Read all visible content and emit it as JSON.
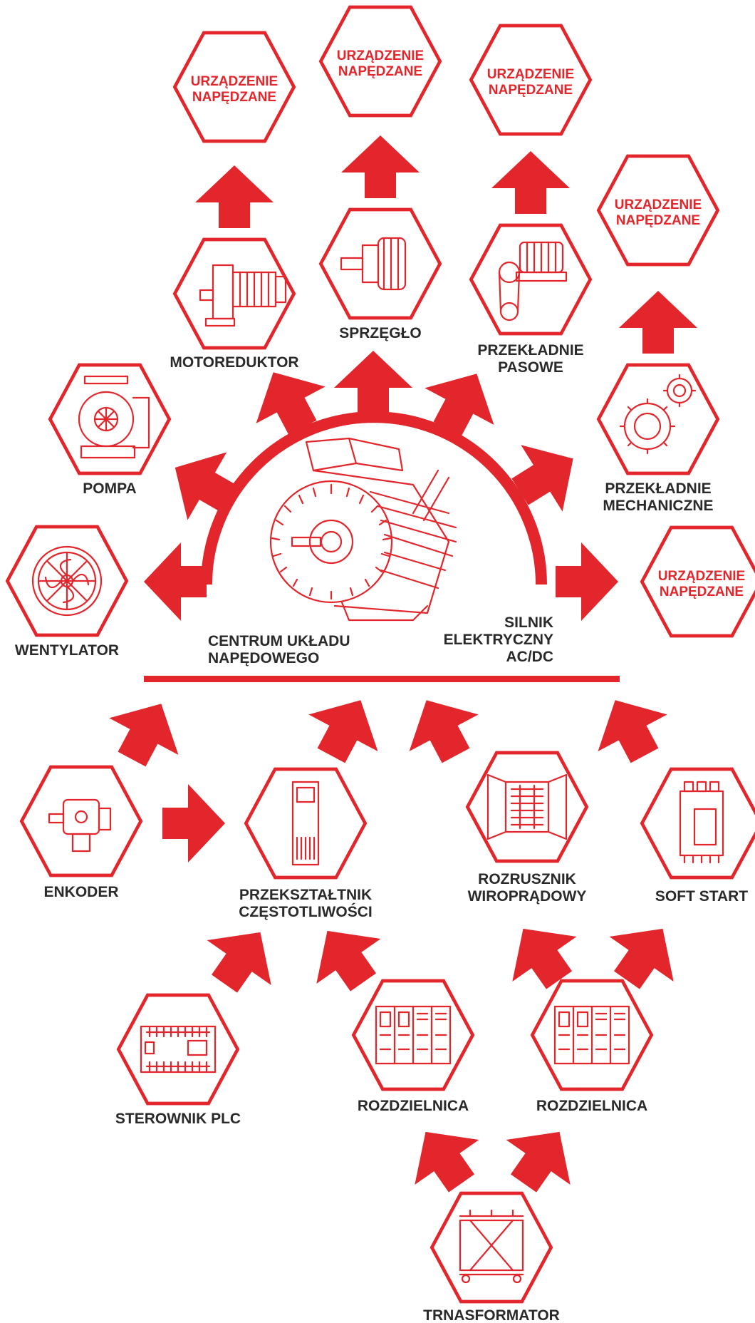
{
  "colors": {
    "accent": "#e3262b",
    "label": "#2a2a2a",
    "background": "#ffffff"
  },
  "center": {
    "label_left_1": "CENTRUM UKŁADU",
    "label_left_2": "NAPĘDOWEGO",
    "label_right_1": "SILNIK",
    "label_right_2": "ELEKTRYCZNY",
    "label_right_3": "AC/DC",
    "icon": "electric-motor-icon"
  },
  "driven": {
    "line1": "URZĄDZENIE",
    "line2": "NAPĘDZANE"
  },
  "outputs": {
    "wentylator": {
      "label": "WENTYLATOR",
      "icon": "fan-icon"
    },
    "pompa": {
      "label": "POMPA",
      "icon": "pump-icon"
    },
    "motoreduktor": {
      "label": "MOTOREDUKTOR",
      "icon": "gear-motor-icon"
    },
    "sprzeglo": {
      "label": "SPRZĘGŁO",
      "icon": "coupling-icon"
    },
    "przekladnie_pasowe": {
      "label_1": "PRZEKŁADNIE",
      "label_2": "PASOWE",
      "icon": "belt-drive-icon"
    },
    "przekladnie_mech": {
      "label_1": "PRZEKŁADNIE",
      "label_2": "MECHANICZNE",
      "icon": "gears-icon"
    }
  },
  "inputs": {
    "enkoder": {
      "label": "ENKODER",
      "icon": "encoder-icon"
    },
    "falownik": {
      "label_1": "PRZEKSZTAŁTNIK",
      "label_2": "CZĘSTOTLIWOŚCI",
      "icon": "frequency-converter-icon"
    },
    "rozrusznik": {
      "label_1": "ROZRUSZNIK",
      "label_2": "WIROPRĄDOWY",
      "icon": "cabinet-icon"
    },
    "softstart": {
      "label": "SOFT START",
      "icon": "soft-starter-icon"
    },
    "plc": {
      "label": "STEROWNIK PLC",
      "icon": "plc-icon"
    },
    "rozdzielnica_1": {
      "label": "ROZDZIELNICA",
      "icon": "switchgear-icon"
    },
    "rozdzielnica_2": {
      "label": "ROZDZIELNICA",
      "icon": "switchgear-icon"
    },
    "transformator": {
      "label": "TRNASFORMATOR",
      "icon": "transformer-icon"
    }
  }
}
